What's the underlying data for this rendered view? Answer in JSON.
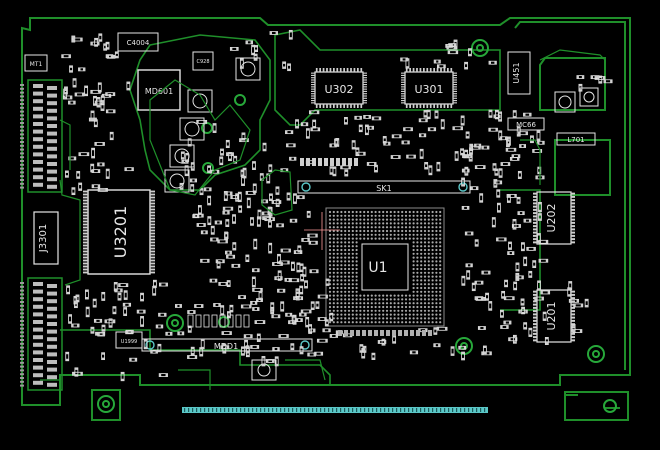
{
  "view": "pcb-layout",
  "colors": {
    "background": "#000000",
    "outline": "#1f8f2a",
    "silkscreen": "#e6e6e6",
    "pads": "#d0d0d0",
    "edge_connector": "#5bc7c7",
    "via_ring": "#27a83a"
  },
  "labels": {
    "u302": "U302",
    "u301": "U301",
    "u3201": "U3201",
    "u202": "U202",
    "u201": "U201",
    "u1": "U1",
    "j3301": "J3301",
    "sk1": "SK1",
    "l701": "L701",
    "u451": "U451",
    "mdd1": "MDD1",
    "md601": "MD601",
    "c4004": "C4004",
    "mt1": "MT1",
    "c928": "C928",
    "u1999": "U1999",
    "mc66": "MC66"
  }
}
